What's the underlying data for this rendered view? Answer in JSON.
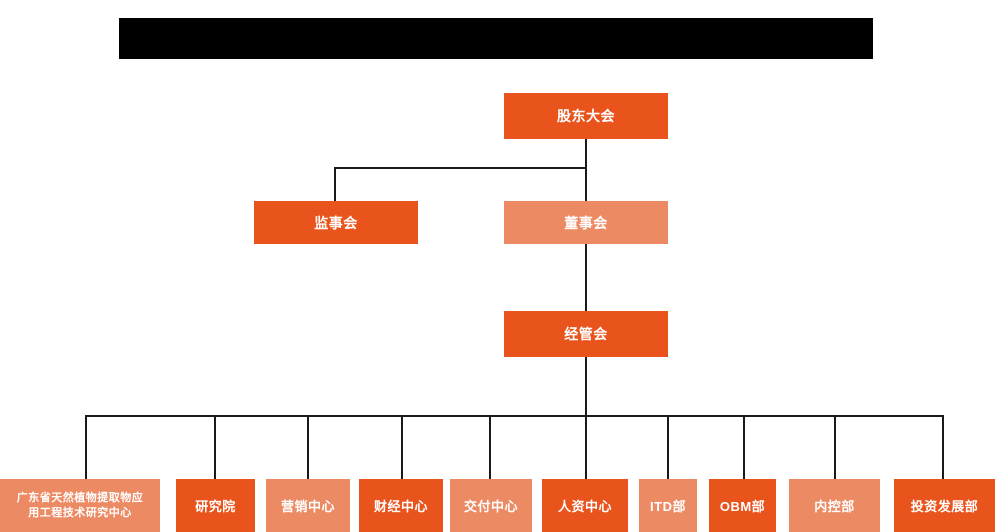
{
  "page": {
    "background_color": "#ffffff",
    "title_banner": {
      "label": "",
      "redacted": "redacted-title-bar",
      "color": "#000000"
    }
  },
  "palette": {
    "dark_orange": "#E9531C",
    "light_coral": "#EC8A64",
    "line": "#1a1a1a",
    "text": "#ffffff"
  },
  "chart_data": {
    "type": "org-chart",
    "title": "",
    "nodes": [
      {
        "id": "n1",
        "label": "股东大会",
        "level": 1,
        "color": "#E9531C"
      },
      {
        "id": "n2",
        "label": "监事会",
        "level": 2,
        "color": "#E9531C"
      },
      {
        "id": "n3",
        "label": "董事会",
        "level": 2,
        "color": "#EC8A64"
      },
      {
        "id": "n4",
        "label": "经管会",
        "level": 3,
        "color": "#E9531C"
      },
      {
        "id": "d1",
        "label_line1": "广东省天然植物提取物应",
        "label_line2": "用工程技术研究中心",
        "level": 4,
        "color": "#EC8A64"
      },
      {
        "id": "d2",
        "label": "研究院",
        "level": 4,
        "color": "#E9531C"
      },
      {
        "id": "d3",
        "label": "营销中心",
        "level": 4,
        "color": "#EC8A64"
      },
      {
        "id": "d4",
        "label": "财经中心",
        "level": 4,
        "color": "#E9531C"
      },
      {
        "id": "d5",
        "label": "交付中心",
        "level": 4,
        "color": "#EC8A64"
      },
      {
        "id": "d6",
        "label": "人资中心",
        "level": 4,
        "color": "#E9531C"
      },
      {
        "id": "d7",
        "label": "ITD部",
        "level": 4,
        "color": "#EC8A64"
      },
      {
        "id": "d8",
        "label": "OBM部",
        "level": 4,
        "color": "#E9531C"
      },
      {
        "id": "d9",
        "label": "内控部",
        "level": 4,
        "color": "#EC8A64"
      },
      {
        "id": "d10",
        "label": "投资发展部",
        "level": 4,
        "color": "#E9531C"
      }
    ],
    "edges": [
      {
        "from": "n1",
        "to": "n2"
      },
      {
        "from": "n1",
        "to": "n3"
      },
      {
        "from": "n3",
        "to": "n4"
      },
      {
        "from": "n4",
        "to": "d1"
      },
      {
        "from": "n4",
        "to": "d2"
      },
      {
        "from": "n4",
        "to": "d3"
      },
      {
        "from": "n4",
        "to": "d4"
      },
      {
        "from": "n4",
        "to": "d5"
      },
      {
        "from": "n4",
        "to": "d6"
      },
      {
        "from": "n4",
        "to": "d7"
      },
      {
        "from": "n4",
        "to": "d8"
      },
      {
        "from": "n4",
        "to": "d9"
      },
      {
        "from": "n4",
        "to": "d10"
      }
    ]
  }
}
